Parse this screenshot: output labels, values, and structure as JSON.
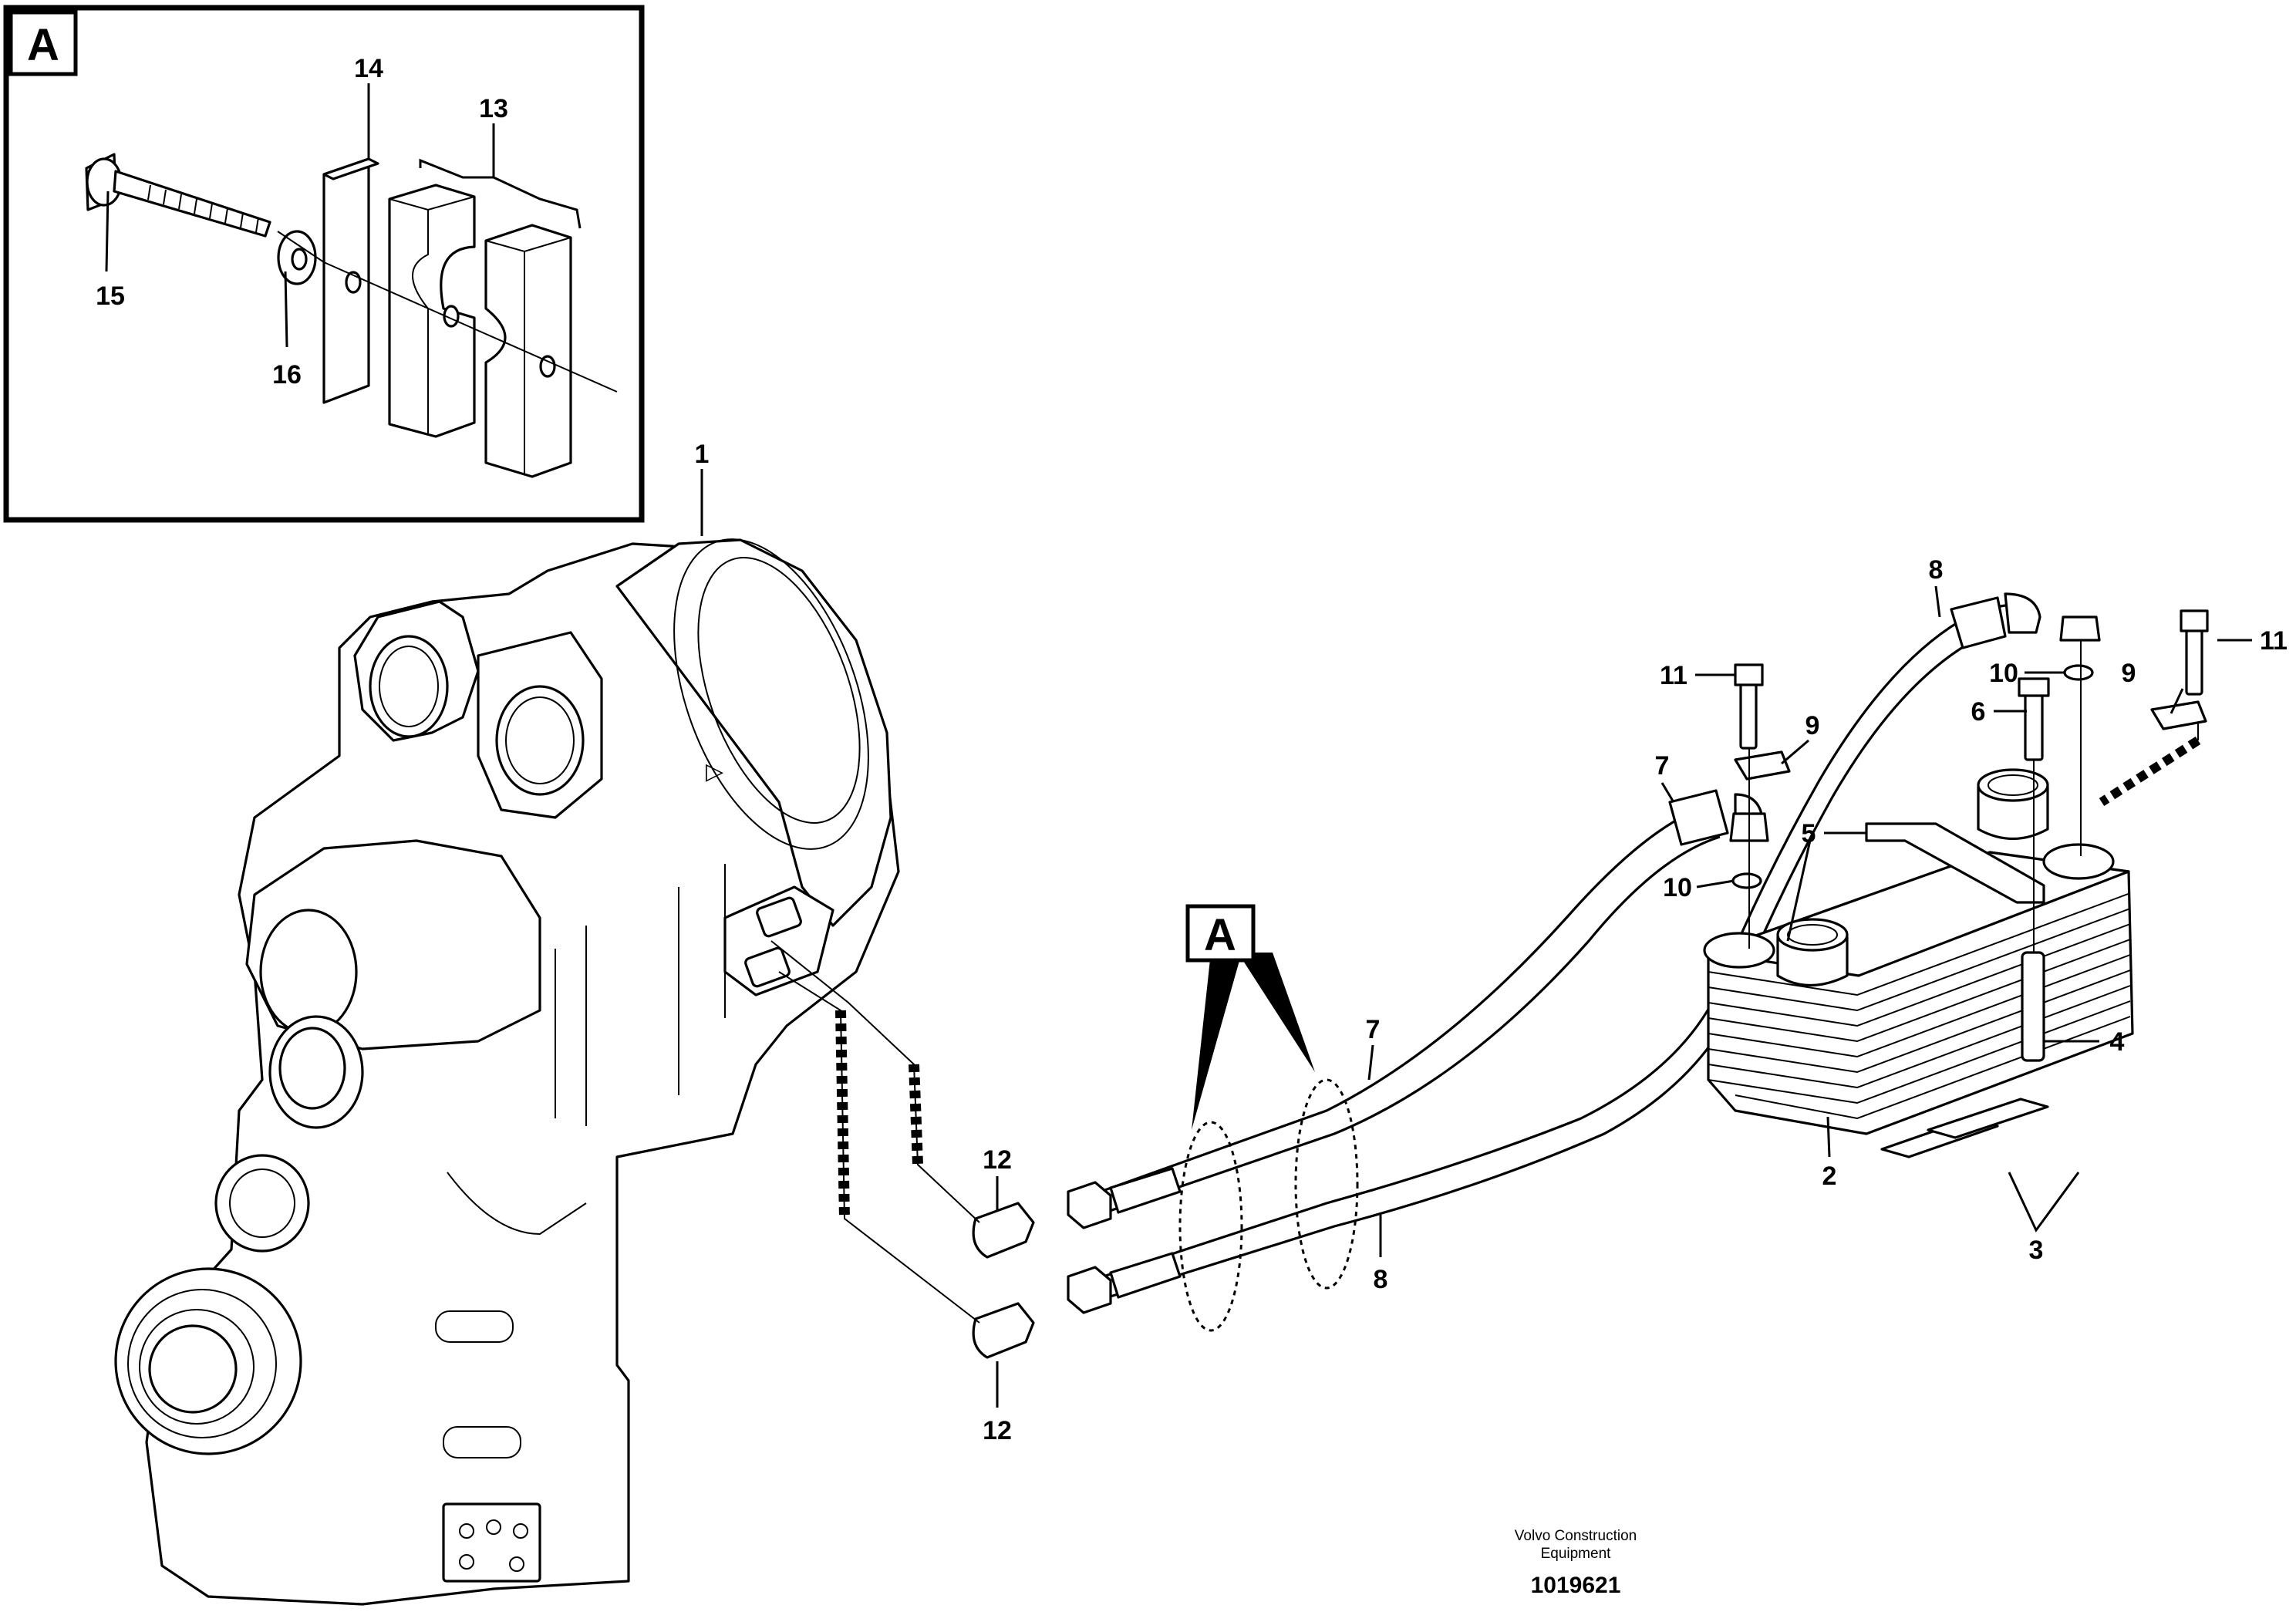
{
  "inset": {
    "letter": "A",
    "callouts": {
      "c13": "13",
      "c14": "14",
      "c15": "15",
      "c16": "16"
    }
  },
  "main": {
    "detail_marker": "A",
    "callouts": {
      "c1": "1",
      "c2": "2",
      "c3": "3",
      "c4": "4",
      "c5": "5",
      "c6": "6",
      "c7a": "7",
      "c7b": "7",
      "c8a": "8",
      "c8b": "8",
      "c9a": "9",
      "c9b": "9",
      "c10a": "10",
      "c10b": "10",
      "c11a": "11",
      "c11b": "11",
      "c12a": "12",
      "c12b": "12"
    }
  },
  "footer": {
    "company_line1": "Volvo Construction",
    "company_line2": "Equipment",
    "drawing_number": "1019621"
  }
}
